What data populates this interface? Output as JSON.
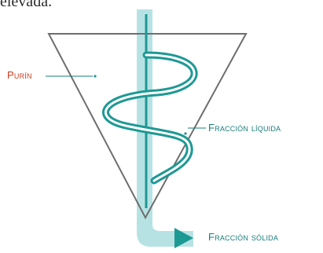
{
  "top_text": "elevada.",
  "labels": {
    "purin": "Purín",
    "fraccion_liquida": "Fracción líquida",
    "fraccion_solida": "Fracción sólida"
  },
  "colors": {
    "pipe": "#b7e2e4",
    "spiral": "#1d9994",
    "funnel": "#6e6e6e",
    "label_red": "#cc3b1c",
    "label_teal": "#167d7a",
    "arrow": "#1d9994"
  }
}
